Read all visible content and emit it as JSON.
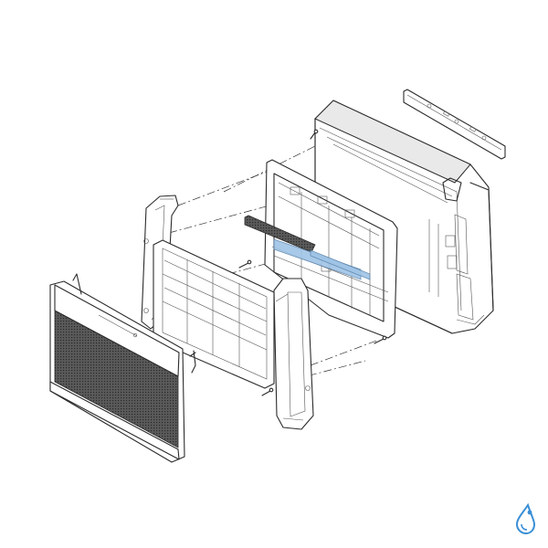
{
  "diagram": {
    "parts": [
      "mounting-bracket",
      "main-unit-body",
      "inner-panel-frame",
      "air-filter",
      "left-side-panel",
      "right-side-panel",
      "front-grille-panel",
      "filter-strip-highlighted",
      "screws"
    ],
    "highlight_color": "#9fc4e6",
    "line_color": "#2b2b2b",
    "logo_color": "#3a8fd6"
  }
}
